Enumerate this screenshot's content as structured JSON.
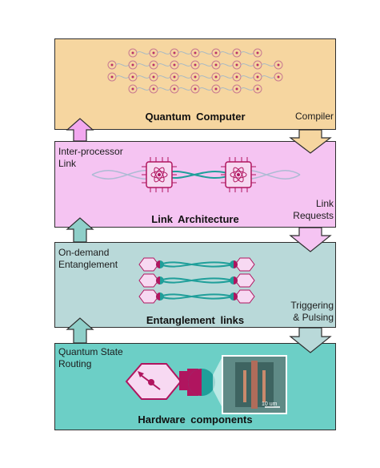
{
  "layers": [
    {
      "title": "Quantum  Computer",
      "color": "#f6d6a0"
    },
    {
      "title": "Link Architecture",
      "color": "#f5c4f2"
    },
    {
      "title": "Entanglement  links",
      "color": "#b9d9d9"
    },
    {
      "title": "Hardware components",
      "color": "#6ccfc6"
    }
  ],
  "up_labels": [
    "Inter-processor\nLink",
    "On-demand\nEntanglement",
    "Quantum State\nRouting"
  ],
  "down_labels": [
    "Compiler",
    "Link\nRequests",
    "Triggering\n& Pulsing"
  ],
  "scale_bar": "10 um",
  "colors": {
    "magenta": "#b0155f",
    "teal": "#1f9f9a",
    "arrow_pink": "#f2a8ef",
    "arrow_teal": "#8fcfc9",
    "outline": "#2f2f2f"
  }
}
